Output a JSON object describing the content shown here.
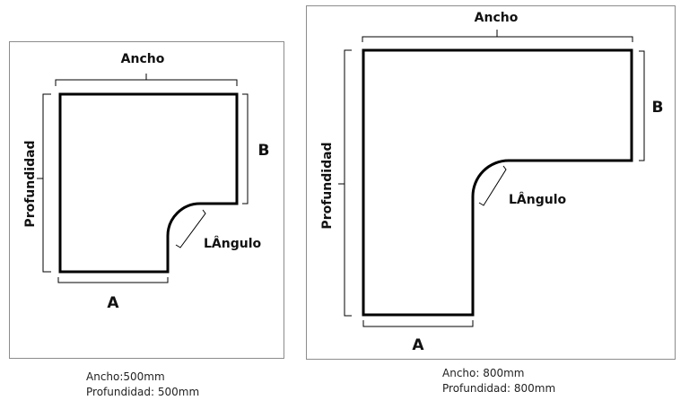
{
  "left": {
    "width_label": "Ancho",
    "depth_label": "Profundidad",
    "side_a_label": "A",
    "side_b_label": "B",
    "angle_label": "LÂngulo",
    "caption_width": "Ancho:500mm",
    "caption_depth": "Profundidad: 500mm"
  },
  "right": {
    "width_label": "Ancho",
    "depth_label": "Profundidad",
    "side_a_label": "A",
    "side_b_label": "B",
    "angle_label": "LÂngulo",
    "caption_width": "Ancho: 800mm",
    "caption_depth": "Profundidad: 800mm"
  }
}
